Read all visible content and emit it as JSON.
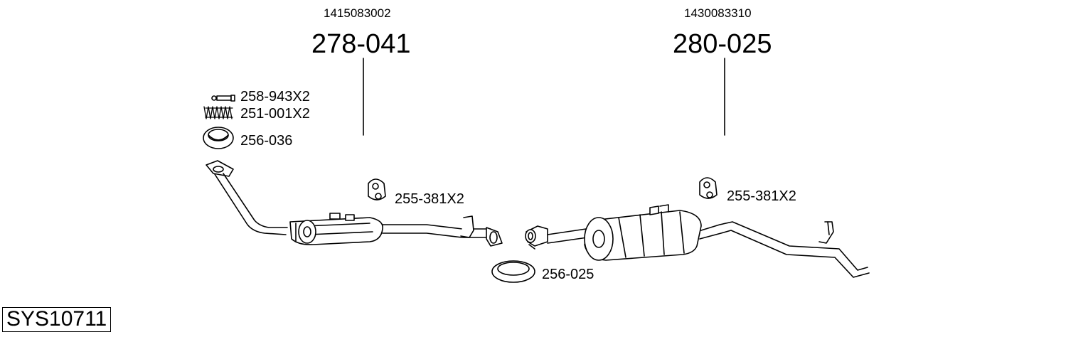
{
  "sections": [
    {
      "oe_number": "1415083002",
      "part_number": "278-041"
    },
    {
      "oe_number": "1430083310",
      "part_number": "280-025"
    }
  ],
  "parts": {
    "bolt": "258-943X2",
    "spring": "251-001X2",
    "gasket_front": "256-036",
    "hanger_front": "255-381X2",
    "gasket_mid": "256-025",
    "hanger_rear": "255-381X2"
  },
  "system_code": "SYS10711"
}
